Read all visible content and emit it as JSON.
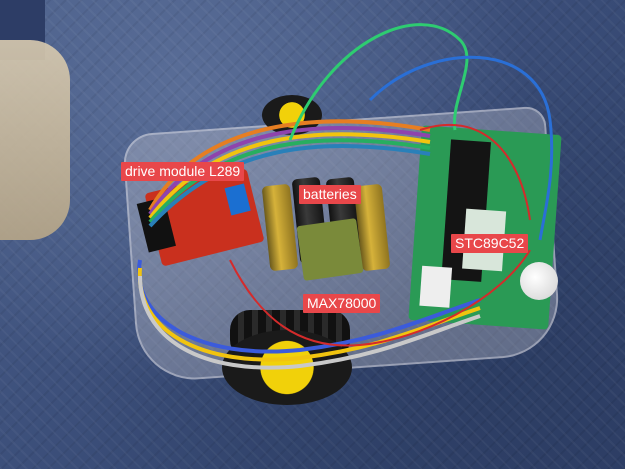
{
  "photo": {
    "subject": "robot-car-chassis",
    "background": "blue-patterned-chair-seat"
  },
  "labels": {
    "drive_module": "drive module L289",
    "batteries": "batteries",
    "stc": "STC89C52",
    "max": "MAX78000"
  },
  "colors": {
    "label_bg": "#e8474a",
    "label_text": "#ffffff"
  }
}
